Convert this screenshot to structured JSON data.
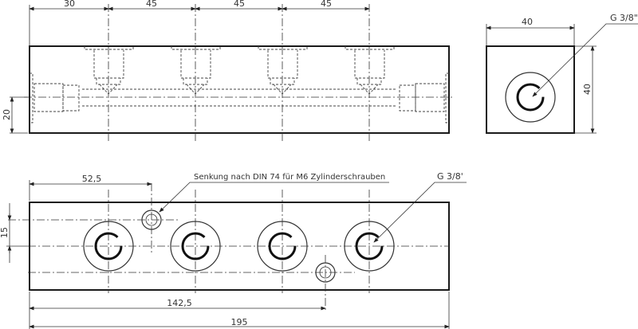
{
  "drawing": {
    "front_view": {
      "dimensions": {
        "pitch_first": "30",
        "pitch_second": "45",
        "pitch_third": "45",
        "pitch_fourth": "45",
        "center_height": "20"
      }
    },
    "side_view": {
      "dimensions": {
        "width": "40",
        "height": "40"
      },
      "thread_callout": "G 3/8\""
    },
    "top_view": {
      "dimensions": {
        "first_mount_offset": "52,5",
        "mount_vertical_offset": "15",
        "second_mount_offset": "142,5",
        "overall_length": "195"
      },
      "counterbore_callout": "Senkung nach DIN 74 für M6 Zylinderschrauben",
      "thread_callout": "G 3/8'"
    },
    "colors": {
      "line": "#1a1a1a",
      "background": "#ffffff"
    }
  }
}
